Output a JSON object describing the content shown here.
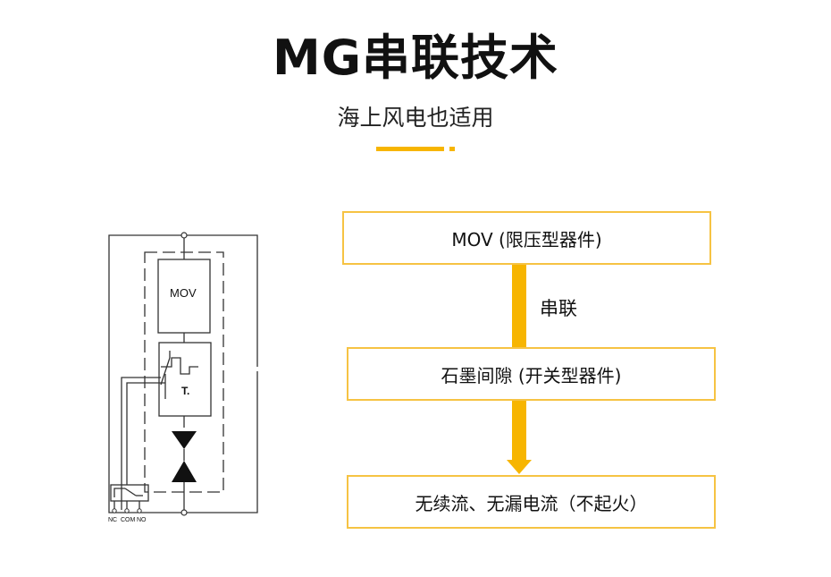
{
  "title": "MG串联技术",
  "subtitle": "海上风电也适用",
  "colors": {
    "accent": "#f7b500",
    "box_border": "#f6c343",
    "line": "#333333"
  },
  "circuit": {
    "mov_label": "MOV",
    "thermal_label": "T.",
    "terminals": [
      "NC",
      "COM",
      "NO"
    ]
  },
  "flow": {
    "box1": "MOV (限压型器件)",
    "connector": "串联",
    "box2": "石墨间隙 (开关型器件)",
    "box3": "无续流、无漏电流（不起火）"
  }
}
